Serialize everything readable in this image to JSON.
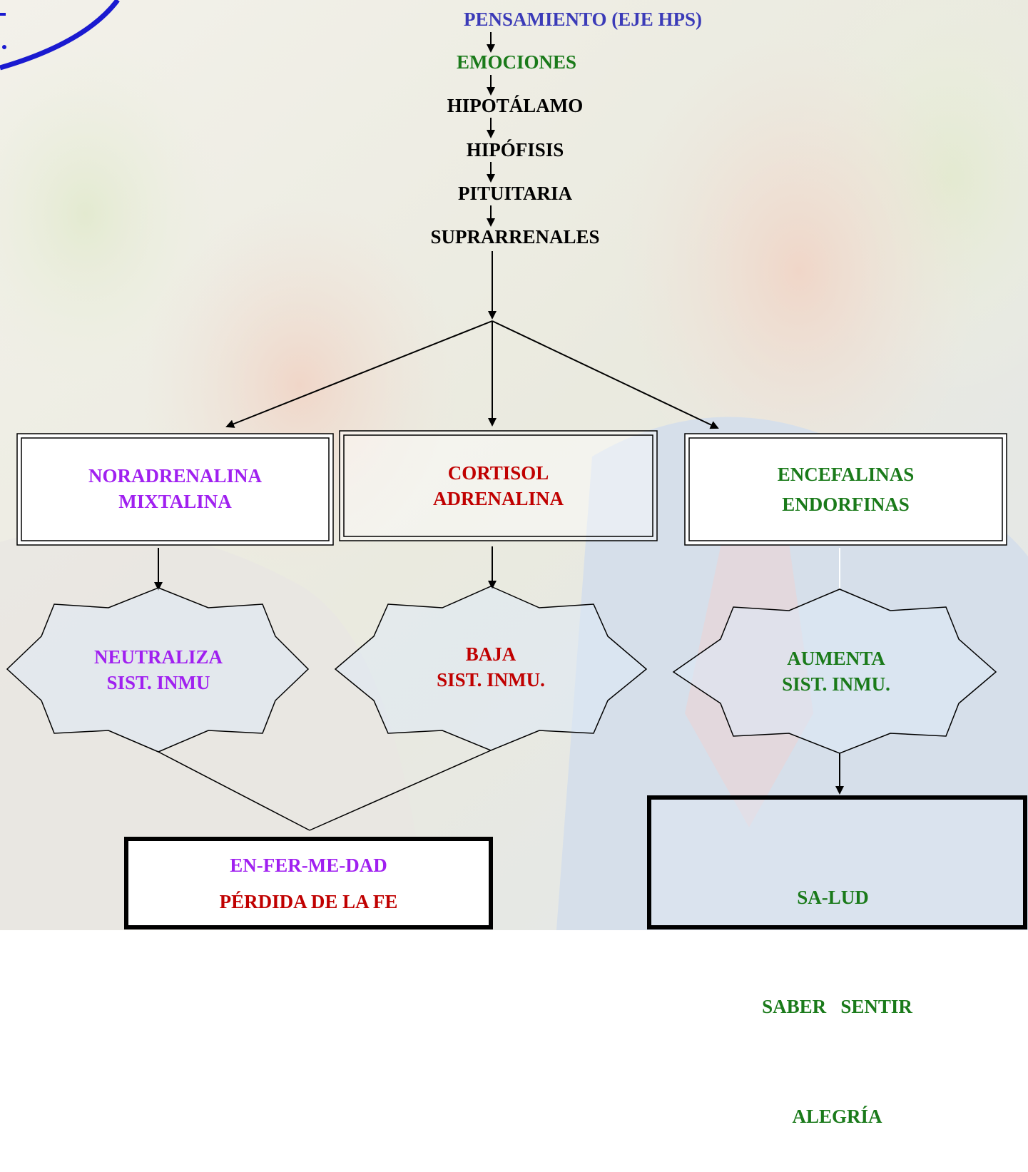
{
  "chain": {
    "pensamiento": "PENSAMIENTO (EJE HPS)",
    "emociones": "EMOCIONES",
    "hipotalamo": "HIPOTÁLAMO",
    "hipofisis": "HIPÓFISIS",
    "pituitaria": "PITUITARIA",
    "suprarrenales": "SUPRARRENALES"
  },
  "boxes": {
    "left": {
      "line1": "NORADRENALINA",
      "line2": "MIXTALINA"
    },
    "center": {
      "line1": "CORTISOL",
      "line2": "ADRENALINA"
    },
    "right": {
      "line1": "ENCEFALINAS",
      "line2": "ENDORFINAS"
    }
  },
  "stars": {
    "left": {
      "line1": "NEUTRALIZA",
      "line2": "SIST. INMU"
    },
    "center": {
      "line1": "BAJA",
      "line2": "SIST. INMU."
    },
    "right": {
      "line1": "AUMENTA",
      "line2": "SIST. INMU."
    }
  },
  "outcomes": {
    "illness": {
      "line1": "EN-FER-ME-DAD",
      "line2": "PÉRDIDA DE LA FE"
    },
    "health": {
      "line1": "SA-LUD",
      "line2": "SABER   SENTIR",
      "line3": "ALEGRÍA"
    }
  },
  "colors": {
    "blue": "#3b3bb8",
    "green": "#1a7a1a",
    "purple": "#a020f0",
    "red": "#c00000",
    "box_fill": "#ffffff",
    "star_fill": "#dfe9f5"
  }
}
